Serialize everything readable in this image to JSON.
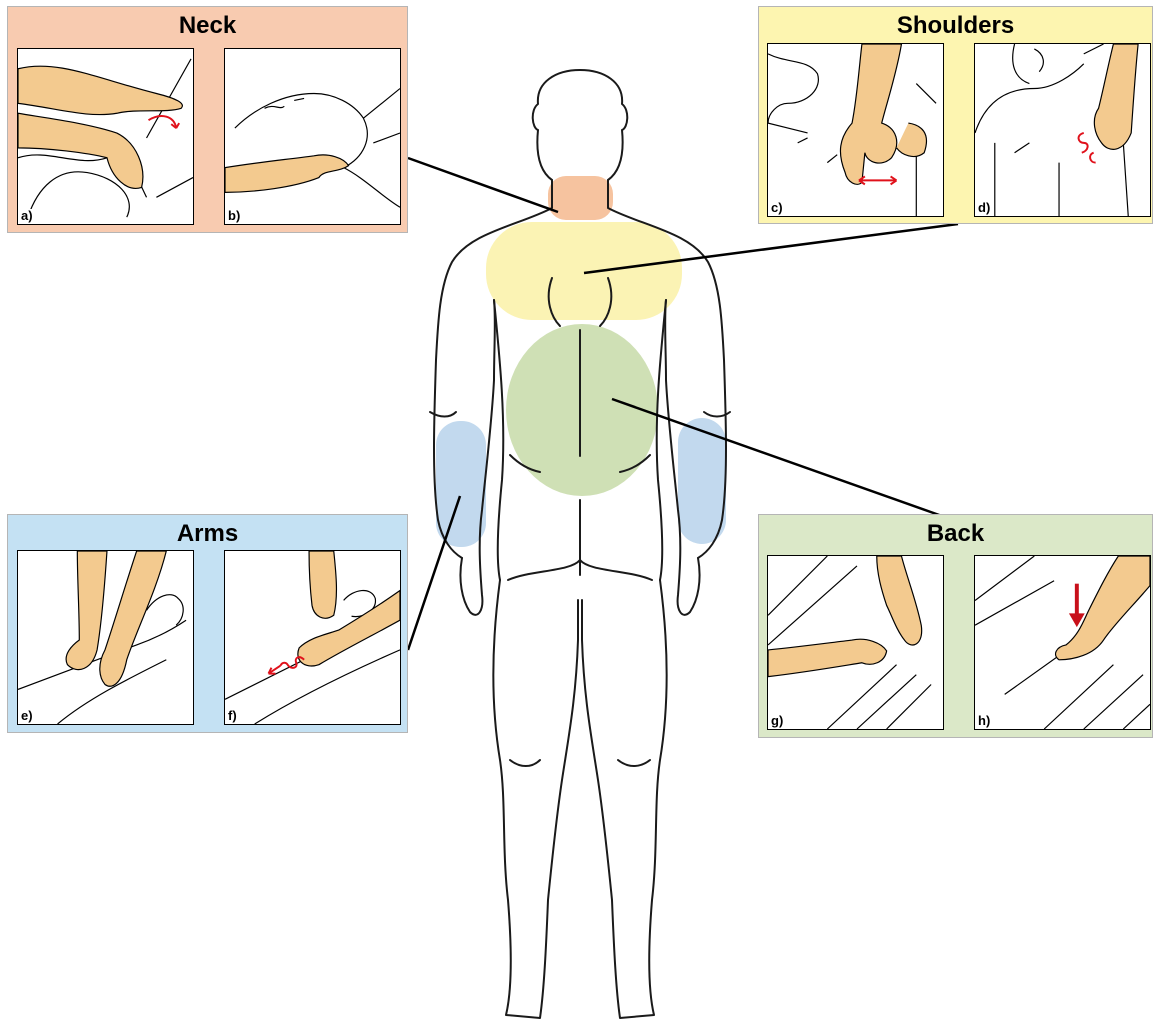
{
  "colors": {
    "neck": "#f8cbb0",
    "shoulders": "#fdf5b0",
    "arms": "#c4e1f3",
    "back": "#dbe8c8",
    "neck_zone": "#f6c39f",
    "shoulder_zone": "#fbf3b4",
    "back_zone": "#cfe0b5",
    "arm_zone": "#c2d9ee",
    "skin": "#f3ca8f",
    "arrow": "#e0111b"
  },
  "panels": {
    "neck": {
      "title": "Neck",
      "labels": [
        "a)",
        "b)"
      ]
    },
    "shoulders": {
      "title": "Shoulders",
      "labels": [
        "c)",
        "d)"
      ]
    },
    "arms": {
      "title": "Arms",
      "labels": [
        "e)",
        "f)"
      ]
    },
    "back": {
      "title": "Back",
      "labels": [
        "g)",
        "h)"
      ]
    }
  },
  "icons": [
    "human-body-back-view",
    "massage-hand-icon",
    "rotation-arrow-icon",
    "double-arrow-icon",
    "spiral-arrow-icon",
    "down-arrow-icon"
  ]
}
